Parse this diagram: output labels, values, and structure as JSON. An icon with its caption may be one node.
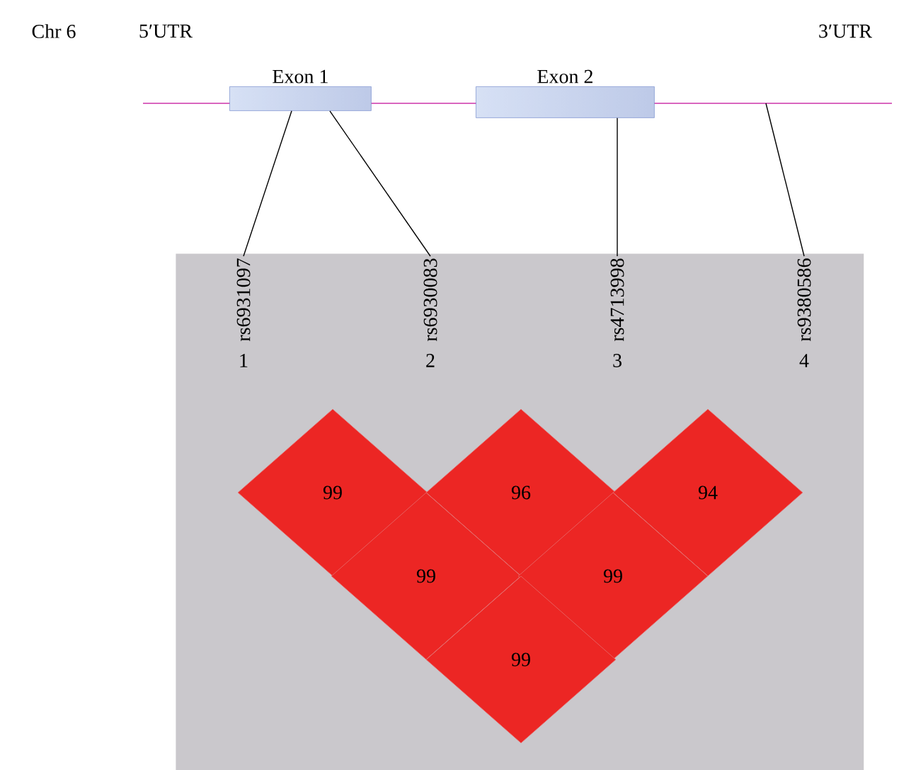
{
  "diagram": {
    "nodes": [
      {
        "text": [
          "Exon 1"
        ]
      },
      {
        "text": [
          "Exon 2"
        ]
      },
      {
        "text": [],
        "shape": "box"
      },
      {
        "text": [
          "rs6931097",
          "1"
        ],
        "in": 2
      },
      {
        "text": [
          "rs6930083",
          "2"
        ],
        "in": 2
      },
      {
        "text": [
          "rs4713998",
          "3"
        ],
        "in": 2
      },
      {
        "text": [
          "rs9380586",
          "4"
        ],
        "in": 2
      },
      {
        "text": [
          "99"
        ],
        "in": 2
      },
      {
        "text": [
          "96"
        ],
        "in": 2
      },
      {
        "text": [
          "94"
        ],
        "in": 2
      },
      {
        "text": [
          "99"
        ],
        "in": 2
      },
      {
        "text": [
          "99"
        ],
        "in": 2
      },
      {
        "text": [
          "99"
        ],
        "in": 2
      }
    ],
    "edges": [
      {
        "from": 0,
        "to": 3,
        "arrow": "none"
      },
      {
        "from": 0,
        "to": 4,
        "arrow": "none"
      },
      {
        "from": 1,
        "to": 5,
        "arrow": "none"
      },
      {
        "from": null,
        "to": 6,
        "arrow": "none"
      }
    ],
    "labels": [
      "Chr 6",
      "5′UTR",
      "3′UTR"
    ]
  }
}
